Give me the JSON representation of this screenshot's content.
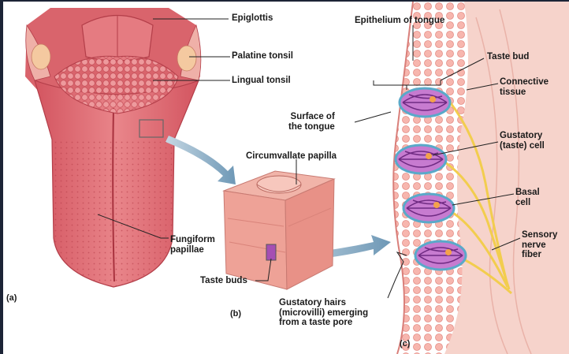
{
  "labels": {
    "epiglottis": "Epiglottis",
    "palatine_tonsil": "Palatine tonsil",
    "lingual_tonsil": "Lingual tonsil",
    "fungiform": [
      "Fungiform",
      "papillae"
    ],
    "circumvallate": "Circumvallate papilla",
    "taste_buds": "Taste buds",
    "surface": [
      "Surface of",
      "the tongue"
    ],
    "epithelium": "Epithelium of tongue",
    "taste_bud": "Taste bud",
    "connective": [
      "Connective",
      "tissue"
    ],
    "gustatory_cell": [
      "Gustatory",
      "(taste) cell"
    ],
    "basal_cell": [
      "Basal",
      "cell"
    ],
    "sensory_nerve": [
      "Sensory",
      "nerve",
      "fiber"
    ],
    "gustatory_hairs": [
      "Gustatory hairs",
      "(microvilli) emerging",
      "from a taste pore"
    ]
  },
  "panels": {
    "a": "(a)",
    "b": "(b)",
    "c": "(c)"
  },
  "colors": {
    "tongue": "#e06d73",
    "tongue_dark": "#c04650",
    "tonsil": "#e98a8e",
    "epithelium": "#f3a6a0",
    "connective": "#f6d3cb",
    "nerve": "#f2cd4e",
    "taste_bud": "#a54fb3",
    "arrow": "#7fa7c2"
  }
}
